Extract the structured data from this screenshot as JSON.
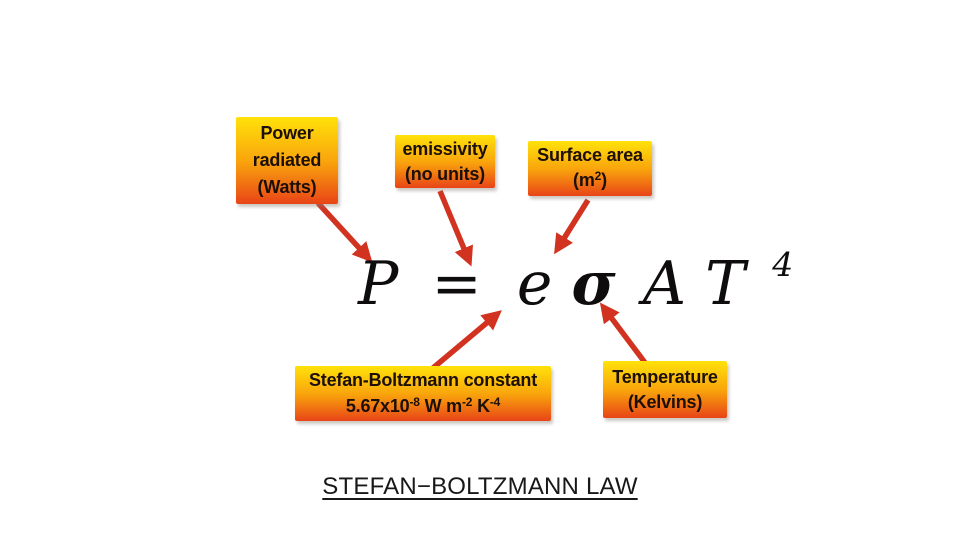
{
  "slide": {
    "title": "STEFAN−BOLTZMANN LAW",
    "formula": {
      "P": "P",
      "equals": "=",
      "e": "e",
      "sigma": "σ",
      "A": "A",
      "T": "T",
      "exponent": "4"
    },
    "boxes": {
      "power": {
        "line1": "Power",
        "line2": "radiated",
        "line3": "(Watts)"
      },
      "emissivity": {
        "line1": "emissivity",
        "line2": "(no units)"
      },
      "surface": {
        "line1": "Surface area",
        "line2_pre": "(m",
        "line2_sup": "2",
        "line2_post": ")"
      },
      "constant": {
        "line1": "Stefan-Boltzmann constant",
        "v1": "5.67x10",
        "s1": "-8",
        "v2": " W m",
        "s2": "-2",
        "v3": " K",
        "s3": "-4"
      },
      "temperature": {
        "line1": "Temperature",
        "line2": "(Kelvins)"
      }
    },
    "colors": {
      "box_gradient_top": "#ffe20a",
      "box_gradient_mid": "#f9a30c",
      "box_gradient_bottom": "#e84417",
      "arrow_red": "#d23320",
      "box_text": "#1c0f07",
      "formula_text": "#0e0c0c",
      "background": "#ffffff"
    }
  }
}
